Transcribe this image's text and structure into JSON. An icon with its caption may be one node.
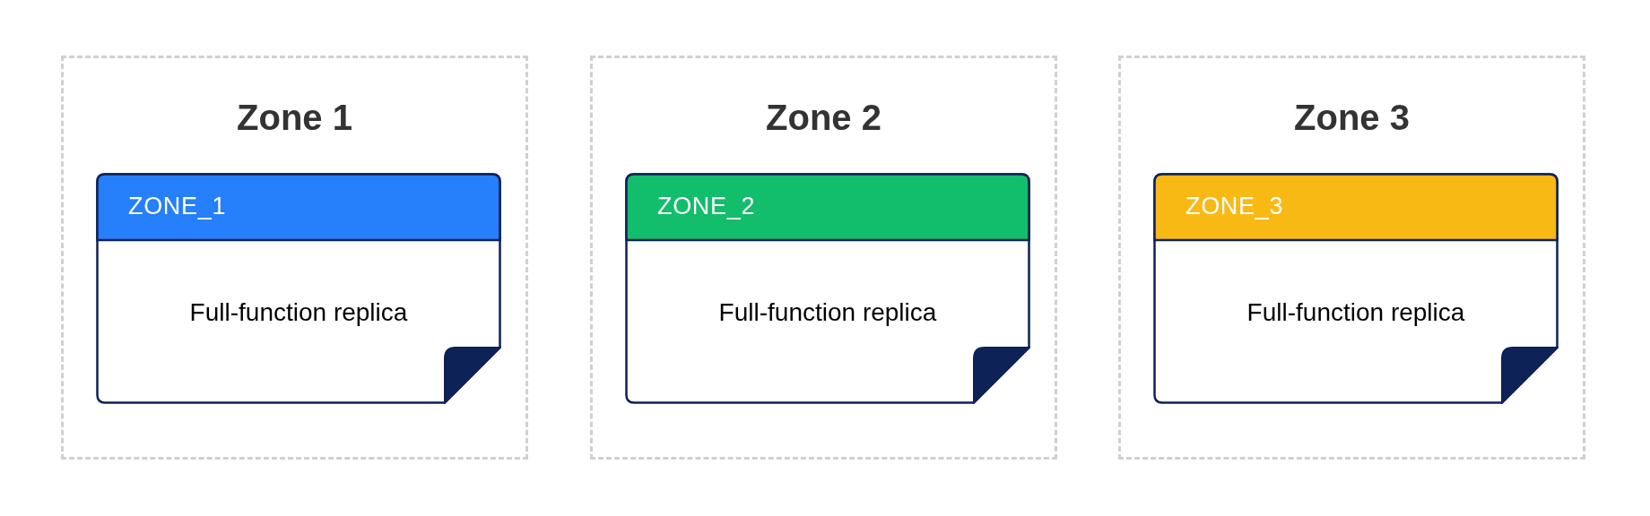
{
  "diagram": {
    "nodes": [
      {
        "text": [
          "Zone 1"
        ]
      },
      {
        "text": [
          "ZONE_1",
          "Full-function replica"
        ],
        "in": 0
      },
      {
        "text": [
          "Zone 2"
        ]
      },
      {
        "text": [
          "ZONE_2",
          "Full-function replica"
        ],
        "in": 2
      },
      {
        "text": [
          "Zone 3"
        ]
      },
      {
        "text": [
          "ZONE_3",
          "Full-function replica"
        ],
        "in": 4
      }
    ]
  }
}
